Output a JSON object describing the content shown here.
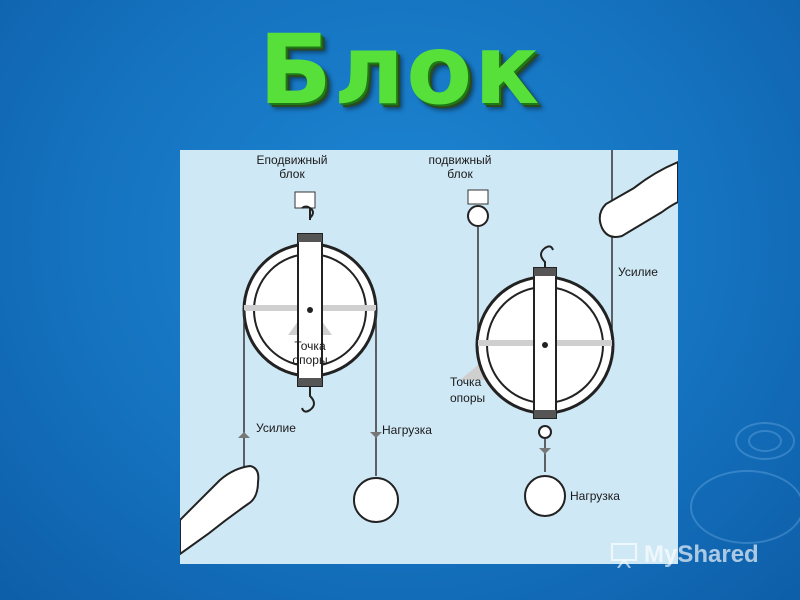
{
  "slide": {
    "title": "Блок"
  },
  "diagram": {
    "fixed_pulley": {
      "caption_line1": "Eподвижный",
      "caption_line2": "блок",
      "fulcrum_line1": "Точка",
      "fulcrum_line2": "опоры",
      "effort_label": "Усилие",
      "load_label": "Нагрузка"
    },
    "movable_pulley": {
      "caption_line1": "подвижный",
      "caption_line2": "блок",
      "fulcrum_line1": "Точка",
      "fulcrum_line2": "опоры",
      "effort_label": "Усилие",
      "load_label": "Нагрузка"
    }
  },
  "watermark": {
    "text": "MyShared"
  }
}
